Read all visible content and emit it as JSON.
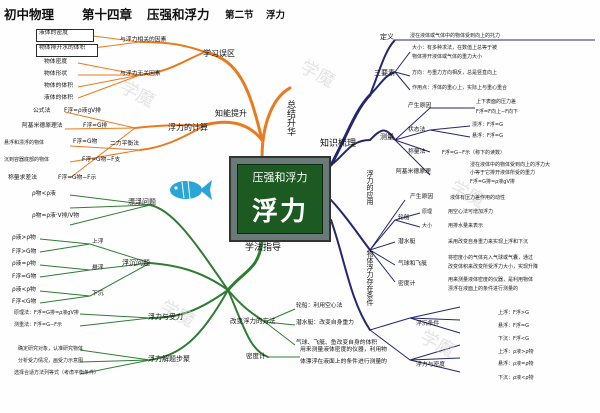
{
  "header": {
    "subject": "初中物理",
    "chapter": "第十四章",
    "chapter_title": "压强和浮力",
    "section": "第二节",
    "section_title": "浮力"
  },
  "center": {
    "top": "压强和浮力",
    "big": "浮力"
  },
  "branches": {
    "review": "总结升华",
    "review_sub1": "学习误区",
    "review_sub2": "知能提升",
    "knowledge": "知识梳理",
    "guide": "学法指导"
  },
  "misc_left": {
    "rel_factors": "与浮力相关的因素",
    "unrel_factors": "与浮力无关因素",
    "liquid_density": "液体的密度",
    "displaced_volume": "物体排开水的体积",
    "obj_density": "物体密度",
    "obj_shape": "物体形状",
    "obj_volume": "物体的体积",
    "liquid_volume": "液体的体积",
    "buoy_calc": "浮力的计算",
    "formula": "公式法",
    "formula_eq": "F浮=ρ液gV排",
    "arch": "阿基米德原理法",
    "arch_eq": "F浮=G排",
    "balance": "二力平衡法",
    "float_susp": "悬浮和漂浮的物体",
    "float_susp_eq": "F浮=G物",
    "sink": "沉到容器底部的物体",
    "sink_eq": "F浮=G物−F支",
    "weigh": "称量求差法",
    "weigh_eq": "F浮=G物−F示",
    "float_problem": "漂浮问题",
    "rho_lt": "ρ物<ρ液",
    "rho_ratio": "ρ物=ρ液·V排/V物",
    "sink_float": "浮沉问题",
    "up": "上浮",
    "up_eq1": "ρ液>ρ物",
    "up_eq2": "F浮>G物",
    "suspend": "悬浮",
    "susp_eq1": "ρ液=ρ物",
    "susp_eq2": "F浮=G物",
    "down": "下沉",
    "down_eq1": "ρ液<ρ物",
    "down_eq2": "F浮<G物",
    "buoy_force": "浮力与受力",
    "principle": "原理法：F浮=G排=ρ液gV排",
    "measure": "测重法：F浮=G−F示",
    "solve_steps": "浮力解题步聚",
    "step1": "确定研究对象，认准研究物体",
    "step2": "分析受力情况，画受力示意图",
    "step3": "选择合适方法列等式（考虑平衡条件）"
  },
  "methods": {
    "change": "改变浮力的方法",
    "ship": "轮船：利用空心法",
    "sub": "潜水艇：改变自身重力",
    "balloon": "气球、飞艇、鱼改变自身的体积",
    "hydrometer": "密度计",
    "hydro_desc1": "用来测量液体密度的仪器，利用物",
    "hydro_desc2": "体漂浮在液面上的条件进行测量的"
  },
  "right": {
    "definition": "定义",
    "def_text": "浸在液体或气体中的物体受到向上的托力",
    "three": "三要素",
    "three1": "大小：有多种求法，在数值上总等于被",
    "three1b": "物体排开液体或气体的重力大小",
    "three2": "方向：与重力方向相反，总是竖直向上",
    "three3": "作用点：浮体的重心上，实际上与重心重合",
    "measure": "测量",
    "cause": "产生原因",
    "cause_eq": "上下表面的压力差",
    "cause_eq2": "F浮=F向上−F向下",
    "state": "状态法",
    "state1": "漂浮：F浮=G",
    "state2": "悬浮：F浮=G",
    "weighm": "称量法",
    "weigh_eq": "F浮=G−F示（称下的读数）",
    "archm": "阿基米德原理",
    "arch1": "浸在液体中的物体受到向上的浮力大",
    "arch2": "小等于它排开液体所受的重力",
    "arch_eq": "F浮=G排=ρ液gV排",
    "apply": "浮力的应用",
    "apply_cause": "产生原因",
    "apply_cause_t": "液体有压力差作用的动性",
    "ship": "轮船",
    "ship_p": "原理",
    "ship_pt": "用空心法可增加浮力",
    "ship_size": "大小",
    "ship_st": "用排水量来表示",
    "subm": "潜水艇",
    "subm_t": "采用改变自身重力来实现上浮和下沉",
    "ball": "气球和飞艇",
    "ball_t1": "将密度小的气体充入气球或气囊，通过",
    "ball_t2": "改变体积来改变所受浮力大小，实现升降",
    "hyd": "密度计",
    "hyd_t1": "用来测量液体密度的仪器，是利用物体",
    "hyd_t2": "漂浮在液面上的条件进行测量的",
    "exist": "物体浮力存在条件",
    "cond": "浮沉条件",
    "c_up": "上浮：F浮>G",
    "c_susp": "悬浮：F浮=G",
    "c_down": "下沉：F浮<G",
    "dens": "浮力与密度",
    "d_up": "上浮：ρ液>ρ物",
    "d_susp": "悬浮：ρ液=ρ物",
    "d_down": "下沉：ρ液<ρ物"
  },
  "watermark": "学魔",
  "colors": {
    "orange": "#ea7a1e",
    "green": "#2e7d32",
    "navy": "#26266e",
    "center_bg": "#1d5a22",
    "fish": "#29a6d6"
  }
}
